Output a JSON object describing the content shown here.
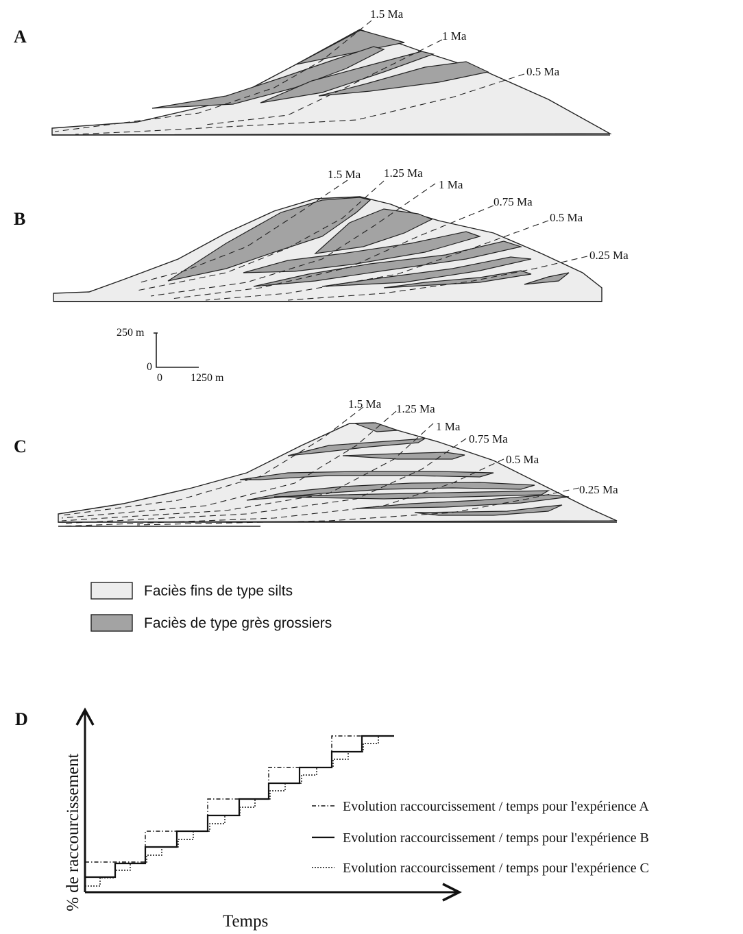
{
  "panels": {
    "A": {
      "letter": "A",
      "ages": [
        "1.5 Ma",
        "1 Ma",
        "0.5 Ma"
      ]
    },
    "B": {
      "letter": "B",
      "ages": [
        "1.5 Ma",
        "1.25 Ma",
        "1 Ma",
        "0.75 Ma",
        "0.5 Ma",
        "0.25 Ma"
      ]
    },
    "C": {
      "letter": "C",
      "ages": [
        "1.5 Ma",
        "1.25 Ma",
        "1 Ma",
        "0.75 Ma",
        "0.5 Ma",
        "0.25 Ma"
      ]
    },
    "D": {
      "letter": "D"
    }
  },
  "scale_bar": {
    "vertical": "250 m",
    "origin_y": "0",
    "origin_x": "0",
    "horizontal": "1250 m"
  },
  "legend": {
    "fine": {
      "label": "Faciès fins de type silts",
      "color": "#ededed"
    },
    "coarse": {
      "label": "Faciès de type grès grossiers",
      "color": "#a3a3a3"
    }
  },
  "chart_d": {
    "xlabel": "Temps",
    "ylabel": "% de raccourcissement",
    "series": [
      {
        "label": "Evolution raccourcissement / temps pour l'expérience A",
        "style": "dash-dot"
      },
      {
        "label": "Evolution raccourcissement / temps pour l'expérience B",
        "style": "solid"
      },
      {
        "label": "Evolution raccourcissement / temps pour l'expérience C",
        "style": "dotted"
      }
    ]
  }
}
